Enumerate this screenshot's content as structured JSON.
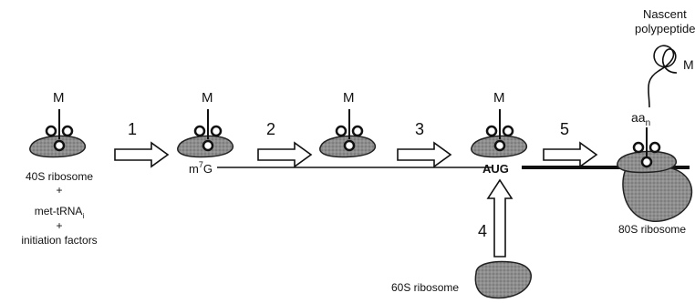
{
  "diagram": {
    "title_lines": [
      "Nascent",
      "polypeptide"
    ],
    "met_label": "M",
    "steps": [
      "1",
      "2",
      "3",
      "4",
      "5"
    ],
    "cap_label_base": "m",
    "cap_label_sup": "7",
    "cap_label_end": "G",
    "start_codon": "AUG",
    "aa_base": "aa",
    "aa_sub": "n",
    "small_subunit_lines": [
      "40S ribosome",
      "+",
      "met-tRNA",
      "+",
      "initiation factors"
    ],
    "trna_subscript": "i",
    "large_subunit_label": "60S ribosome",
    "full_ribosome_label": "80S ribosome"
  }
}
